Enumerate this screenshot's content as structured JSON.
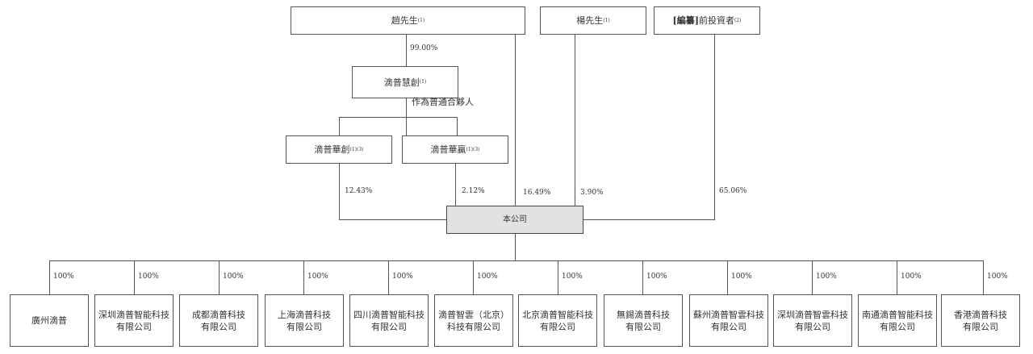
{
  "shareholders": {
    "zhao": {
      "name": "趙先生",
      "note": "(1)"
    },
    "yang": {
      "name": "楊先生",
      "note": "(1)"
    },
    "investors": {
      "redacted": "[編纂]",
      "name": "前投資者",
      "note": "(2)"
    }
  },
  "gp_entity": {
    "name": "滴普慧創",
    "note": "(1)",
    "ownership": "99.00%"
  },
  "gp_role_label": "作為普通合夥人",
  "partnerships": [
    {
      "name": "滴普華創",
      "note": "(1)(3)",
      "ownership": "12.43%"
    },
    {
      "name": "滴普華贏",
      "note": "(1)(3)",
      "ownership": "2.12%"
    }
  ],
  "direct_holdings": {
    "zhao": "16.49%",
    "yang": "3.90%",
    "investors": "65.06%"
  },
  "company": "本公司",
  "subsidiaries": [
    {
      "line1": "廣州滴普",
      "line2": "",
      "ownership": "100%"
    },
    {
      "line1": "深圳滴普智能科技",
      "line2": "有限公司",
      "ownership": "100%"
    },
    {
      "line1": "成都滴普科技",
      "line2": "有限公司",
      "ownership": "100%"
    },
    {
      "line1": "上海滴普科技",
      "line2": "有限公司",
      "ownership": "100%"
    },
    {
      "line1": "四川滴普智能科技",
      "line2": "有限公司",
      "ownership": "100%"
    },
    {
      "line1": "滴普智雲（北京）",
      "line2": "科技有限公司",
      "ownership": "100%"
    },
    {
      "line1": "北京滴普智能科技",
      "line2": "有限公司",
      "ownership": "100%"
    },
    {
      "line1": "無錫滴普科技",
      "line2": "有限公司",
      "ownership": "100%"
    },
    {
      "line1": "蘇州滴普智雲科技",
      "line2": "有限公司",
      "ownership": "100%"
    },
    {
      "line1": "深圳滴普智雲科技",
      "line2": "有限公司",
      "ownership": "100%"
    },
    {
      "line1": "南通滴普智能科技",
      "line2": "有限公司",
      "ownership": "100%"
    },
    {
      "line1": "香港滴普科技",
      "line2": "有限公司",
      "ownership": "100%"
    }
  ]
}
